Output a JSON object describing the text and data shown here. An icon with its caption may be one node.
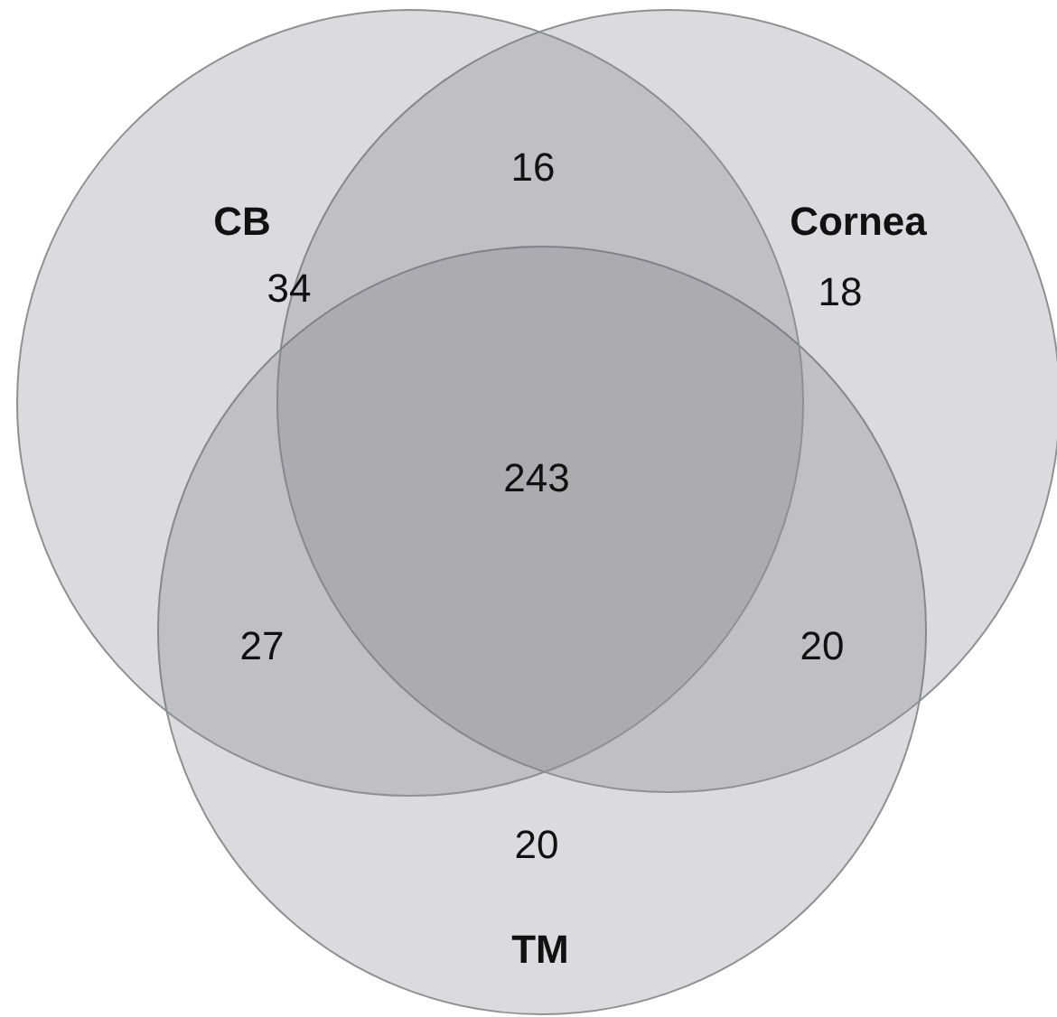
{
  "diagram": {
    "nodes": [
      {
        "text": [
          "CB"
        ]
      },
      {
        "text": [
          "Cornea"
        ]
      },
      {
        "text": [
          "TM"
        ]
      }
    ],
    "labels": [
      "16",
      "34",
      "18",
      "243",
      "27",
      "20",
      "20"
    ]
  }
}
